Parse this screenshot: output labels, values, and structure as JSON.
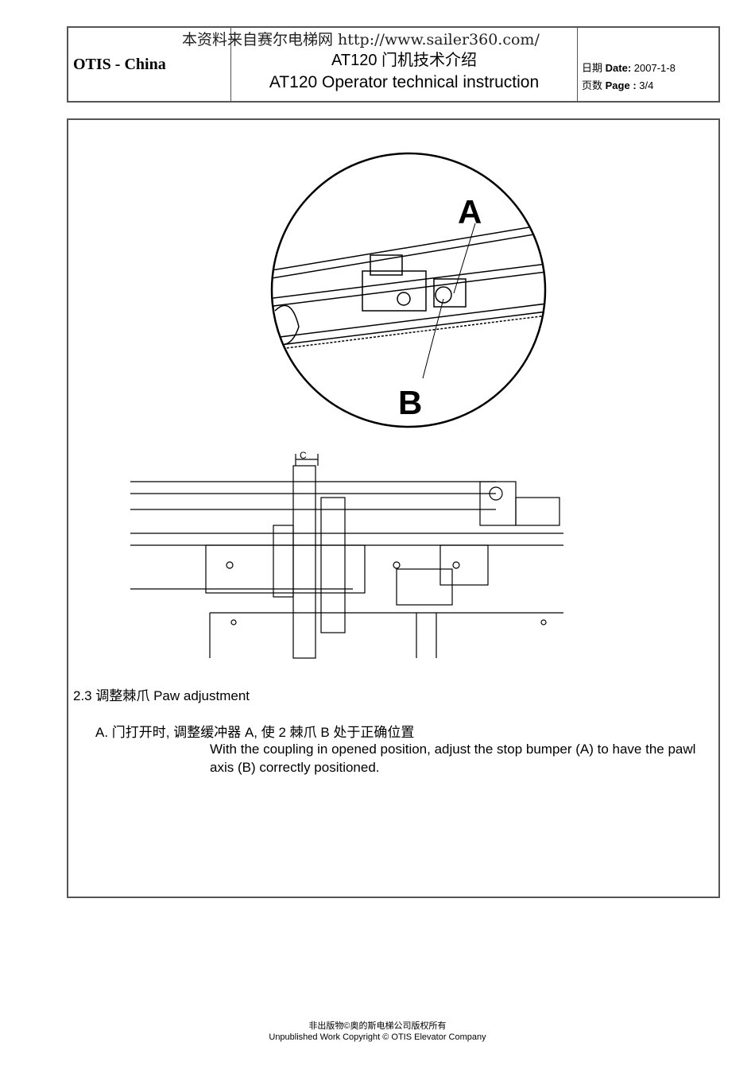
{
  "header": {
    "company": "OTIS - China",
    "watermark": "本资料来自赛尔电梯网 http://www.sailer360.com/",
    "title_cn": "AT120 门机技术介绍",
    "title_en": "AT120 Operator technical instruction",
    "date_label_cn": "日期",
    "date_label": "Date:",
    "date_value": "2007-1-8",
    "page_label_cn": "页数",
    "page_label": "Page :",
    "page_value": "3/4"
  },
  "figure": {
    "label_a": "A",
    "label_b": "B",
    "label_c": "C"
  },
  "section": {
    "heading": "2.3 调整棘爪 Paw adjustment",
    "item_cn": "A.  门打开时, 调整缓冲器 A, 使 2 棘爪 B 处于正确位置",
    "item_en": "With the coupling in opened position, adjust the stop bumper (A)   to have the pawl axis (B)  correctly  positioned."
  },
  "footer": {
    "line_cn": "非出版物©奥的斯电梯公司版权所有",
    "line_en": "Unpublished Work Copyright © OTIS Elevator Company"
  }
}
